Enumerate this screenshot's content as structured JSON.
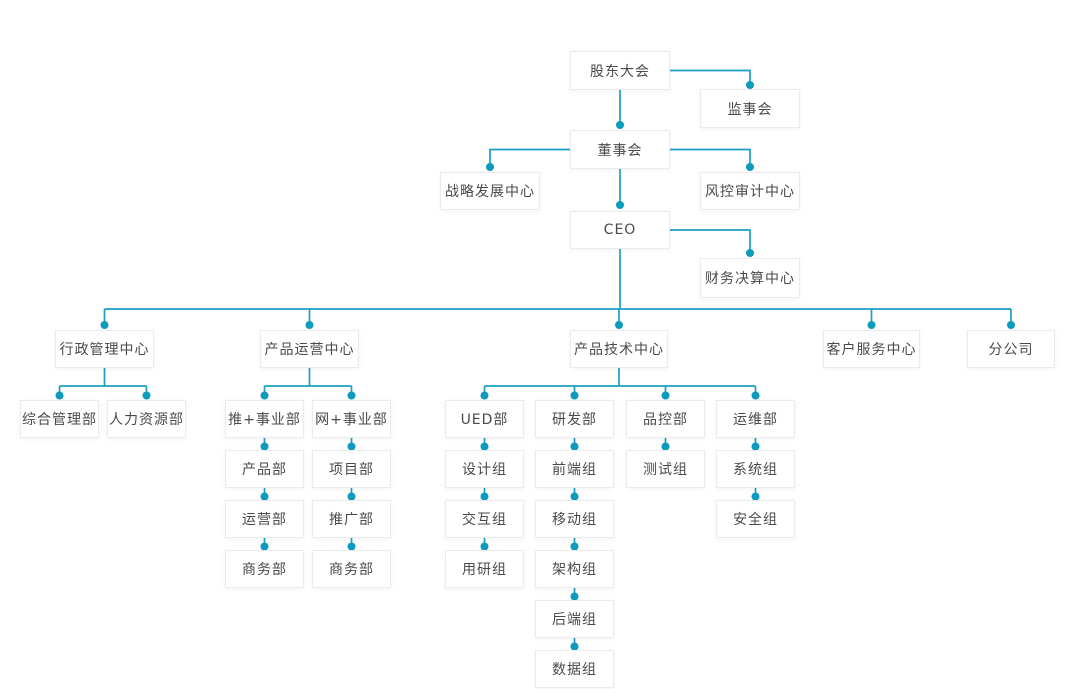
{
  "chart_type": "organization-chart",
  "colors": {
    "connector-line": "#1aa0c4",
    "connector-dot": "#0d9abc",
    "box-border": "#ebebeb",
    "box-text": "#4a4a4a",
    "background": "#ffffff"
  },
  "nodes": {
    "shareholders_meeting": "股东大会",
    "supervisory_board": "监事会",
    "board_of_directors": "董事会",
    "strategy_development_center": "战略发展中心",
    "risk_audit_center": "风控审计中心",
    "ceo": "CEO",
    "finance_settlement_center": "财务决算中心",
    "admin_management_center": "行政管理中心",
    "product_operation_center": "产品运营中心",
    "product_technology_center": "产品技术中心",
    "customer_service_center": "客户服务中心",
    "branch_company": "分公司",
    "general_management_dept": "综合管理部",
    "human_resources_dept": "人力资源部",
    "tui_plus_division": "推+事业部",
    "wang_plus_division": "网+事业部",
    "ued_dept": "UED部",
    "rnd_dept": "研发部",
    "quality_control_dept": "品控部",
    "operations_maintenance_dept": "运维部",
    "product_dept": "产品部",
    "operations_dept": "运营部",
    "business_dept_left": "商务部",
    "project_dept": "项目部",
    "promotion_dept": "推广部",
    "business_dept_right": "商务部",
    "design_group": "设计组",
    "interaction_group": "交互组",
    "user_research_group": "用研组",
    "frontend_group": "前端组",
    "mobile_group": "移动组",
    "architecture_group": "架构组",
    "backend_group": "后端组",
    "data_group": "数据组",
    "testing_group": "测试组",
    "system_group": "系统组",
    "security_group": "安全组"
  },
  "hierarchy": {
    "股东大会": {
      "监事会": {},
      "董事会": {
        "战略发展中心": {},
        "风控审计中心": {},
        "CEO": {
          "财务决算中心": {},
          "行政管理中心": {
            "综合管理部": {},
            "人力资源部": {}
          },
          "产品运营中心": {
            "推+事业部": {
              "产品部": {
                "运营部": {
                  "商务部": {}
                }
              }
            },
            "网+事业部": {
              "项目部": {
                "推广部": {
                  "商务部": {}
                }
              }
            }
          },
          "产品技术中心": {
            "UED部": {
              "设计组": {
                "交互组": {
                  "用研组": {}
                }
              }
            },
            "研发部": {
              "前端组": {
                "移动组": {
                  "架构组": {
                    "后端组": {
                      "数据组": {}
                    }
                  }
                }
              }
            },
            "品控部": {
              "测试组": {}
            },
            "运维部": {
              "系统组": {
                "安全组": {}
              }
            }
          },
          "客户服务中心": {},
          "分公司": {}
        }
      }
    }
  }
}
